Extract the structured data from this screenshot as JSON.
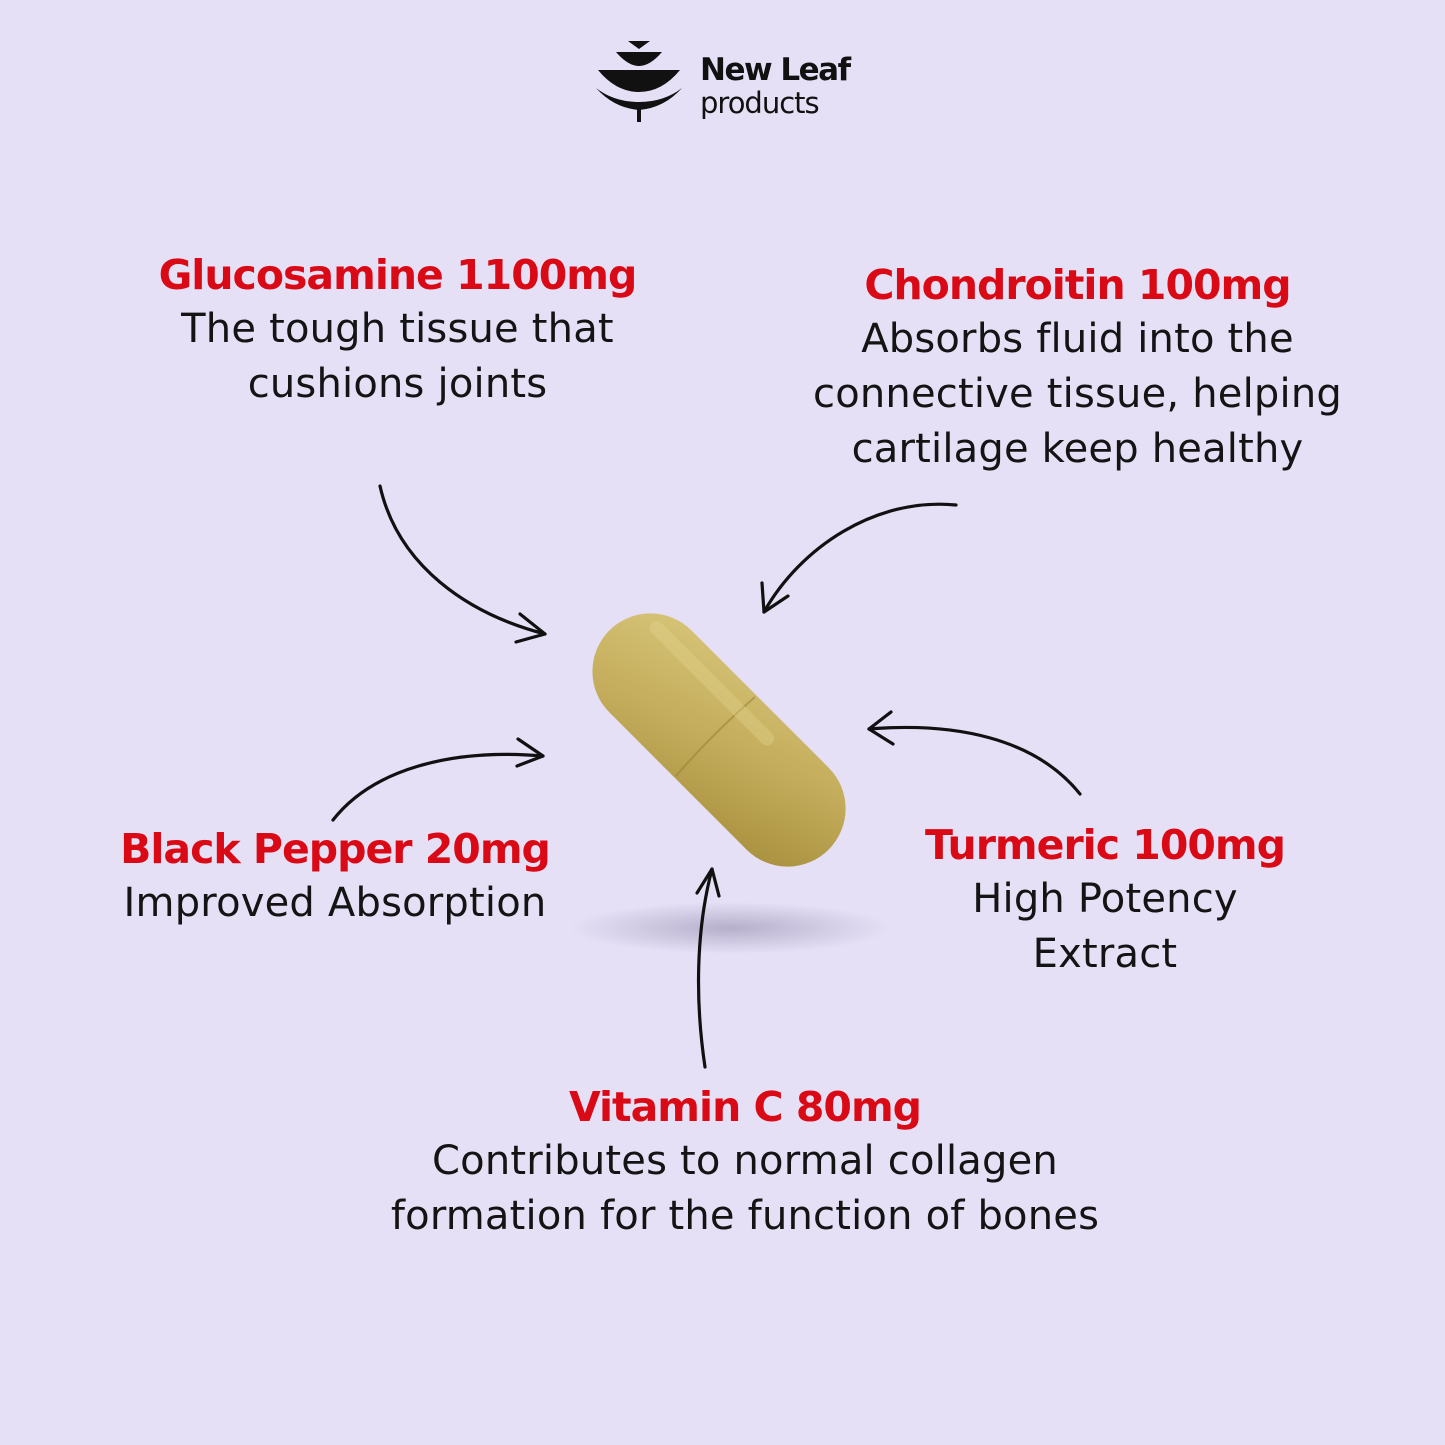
{
  "brand": {
    "name": "New Leaf",
    "sub": "products"
  },
  "ingredients": [
    {
      "name": "Glucosamine 1100mg",
      "desc": "The tough tissue that\ncushions joints"
    },
    {
      "name": "Chondroitin 100mg",
      "desc": "Absorbs fluid into the\nconnective tissue, helping\ncartilage keep healthy"
    },
    {
      "name": "Black Pepper 20mg",
      "desc": "Improved Absorption"
    },
    {
      "name": "Turmeric 100mg",
      "desc": "High Potency\nExtract"
    },
    {
      "name": "Vitamin C 80mg",
      "desc": "Contributes to normal collagen\nformation for the function of bones"
    }
  ],
  "colors": {
    "background": "#e5e0f6",
    "accent": "#d90a16",
    "text": "#141414",
    "capsule": "#c7b162"
  },
  "icons": [
    "new-leaf-logo-icon",
    "arrow-icon"
  ]
}
